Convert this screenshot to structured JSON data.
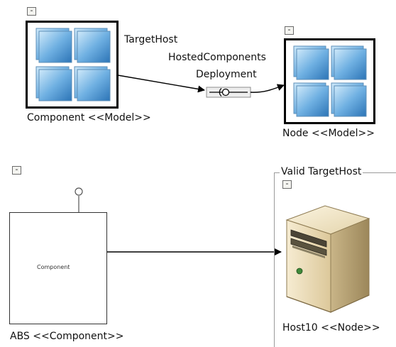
{
  "buttons": {
    "collapse_glyph": "-"
  },
  "model_component": {
    "label": "Component <<Model>>"
  },
  "model_node": {
    "label": "Node <<Model>>"
  },
  "association": {
    "source_role": "TargetHost",
    "target_role": "HostedComponents",
    "connector_name": "Deployment"
  },
  "component_abs": {
    "label": "ABS <<Component>>",
    "inner_label": "Component"
  },
  "target_group": {
    "title": "Valid TargetHost"
  },
  "host": {
    "label": "Host10 <<Node>>"
  },
  "colors": {
    "tile_light": "#bfe0f6",
    "tile_dark": "#3b86c6",
    "server_body": "#e8d8b0",
    "server_shadow": "#b9a77c",
    "line": "#000000",
    "frame": "#9a9a9a"
  }
}
